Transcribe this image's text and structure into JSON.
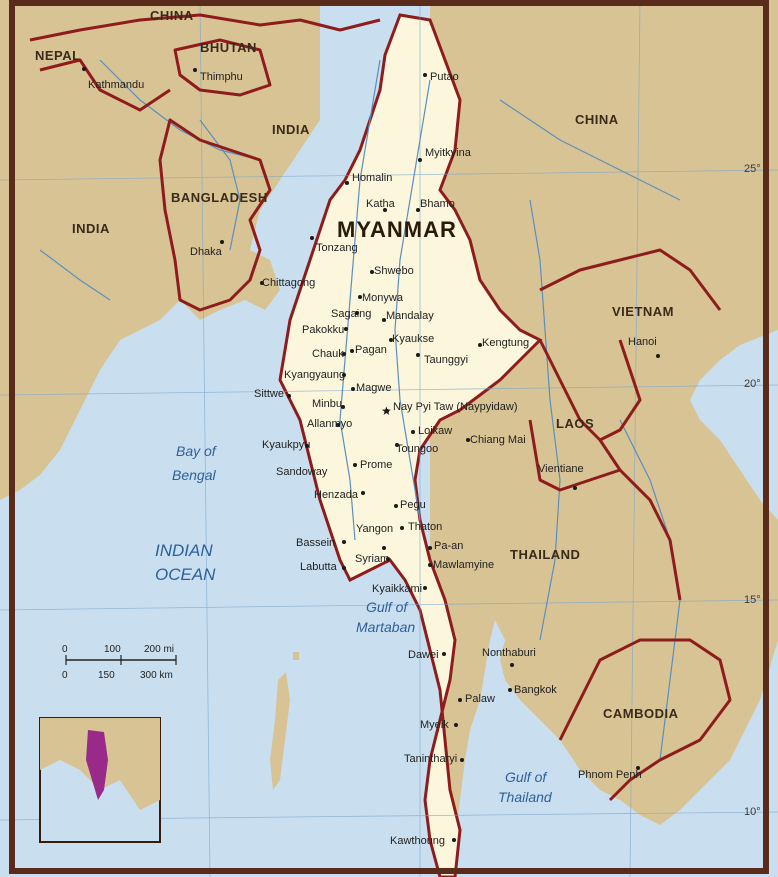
{
  "colors": {
    "sea": "#c9dff0",
    "land": "#d8c394",
    "myanmar": "#fbf6dc",
    "border": "#8e1c1c",
    "river": "#5a8fbf",
    "frame": "#5a2a1a",
    "highlight": "#9a2a8a"
  },
  "countries": {
    "myanmar": "MYANMAR",
    "china_top": "CHINA",
    "china": "CHINA",
    "nepal": "NEPAL",
    "bhutan": "BHUTAN",
    "india_n": "INDIA",
    "india_w": "INDIA",
    "bangladesh": "BANGLADESH",
    "vietnam": "VIETNAM",
    "laos": "LAOS",
    "thailand": "THAILAND",
    "cambodia": "CAMBODIA"
  },
  "waters": {
    "bay1": "Bay of",
    "bay2": "Bengal",
    "ocean1": "INDIAN",
    "ocean2": "OCEAN",
    "martaban1": "Gulf of",
    "martaban2": "Martaban",
    "thailand1": "Gulf of",
    "thailand2": "Thailand"
  },
  "cities": {
    "kathmandu": "Kathmandu",
    "thimphu": "Thimphu",
    "putao": "Putao",
    "myitkyina": "Myitkyina",
    "homalin": "Homalin",
    "katha": "Katha",
    "bhamo": "Bhamo",
    "dhaka": "Dhaka",
    "tonzang": "Tonzang",
    "shwebo": "Shwebo",
    "chittagong": "Chittagong",
    "monywa": "Monywa",
    "sagaing": "Sagaing",
    "mandalay": "Mandalay",
    "pakokku": "Pakokku",
    "kyaukse": "Kyaukse",
    "chauk": "Chauk",
    "pagan": "Pagan",
    "taunggyi": "Taunggyi",
    "kengtung": "Kengtung",
    "hanoi": "Hanoi",
    "kyangyaung": "Kyangyaung",
    "magwe": "Magwe",
    "sittwe": "Sittwe",
    "minbu": "Minbu",
    "naypyitaw": "Nay Pyi Taw (Naypyidaw)",
    "allanmyo": "Allanmyo",
    "loikaw": "Loikaw",
    "chiangmai": "Chiang Mai",
    "kyaukpyu": "Kyaukpyu",
    "toungoo": "Toungoo",
    "vientiane": "Vientiane",
    "sandoway": "Sandoway",
    "prome": "Prome",
    "henzada": "Henzada",
    "pegu": "Pegu",
    "thaton": "Thaton",
    "yangon": "Yangon",
    "paan": "Pa-an",
    "bassein": "Bassein",
    "syriam": "Syriam",
    "labutta": "Labutta",
    "mawlamyine": "Mawlamyine",
    "kyaikkami": "Kyaikkami",
    "dawei": "Dawei",
    "nonthaburi": "Nonthaburi",
    "bangkok": "Bangkok",
    "palaw": "Palaw",
    "myeik": "Myeik",
    "tanintharyi": "Tanintharyi",
    "phnompenh": "Phnom Penh",
    "kawthoung": "Kawthoung"
  },
  "latitudes": {
    "l25": "25°",
    "l20": "20°",
    "l15": "15°",
    "l10": "10°"
  },
  "scale": {
    "mi0": "0",
    "mi100": "100",
    "mi200": "200 mi",
    "km0": "0",
    "km150": "150",
    "km300": "300 km"
  }
}
